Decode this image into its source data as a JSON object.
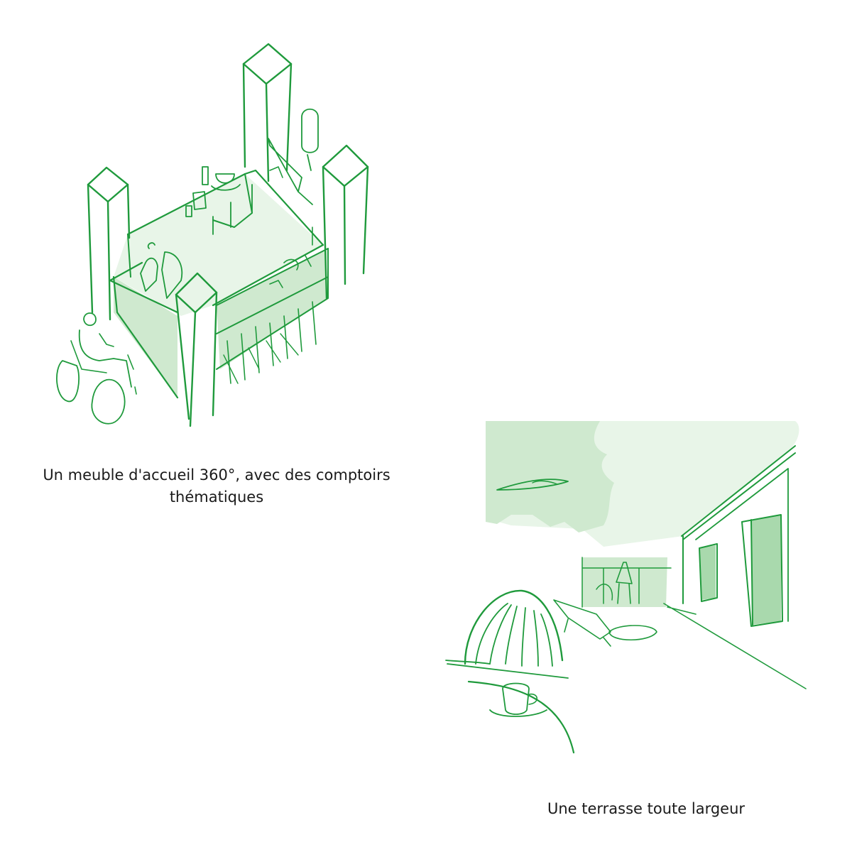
{
  "colors": {
    "ink": "#1f9a3c",
    "wash_light": "#e8f5e8",
    "wash_medium": "#cfe9cf",
    "wash_dark": "#a9d9ad",
    "text": "#1a1a1a",
    "background": "#ffffff"
  },
  "figures": [
    {
      "caption": "Un meuble d'accueil 360°, avec des comptoirs thématiques",
      "illustration": "isometric-reception-desk-sketch"
    },
    {
      "caption": "Une terrasse toute largeur",
      "illustration": "terrace-perspective-sketch"
    }
  ]
}
